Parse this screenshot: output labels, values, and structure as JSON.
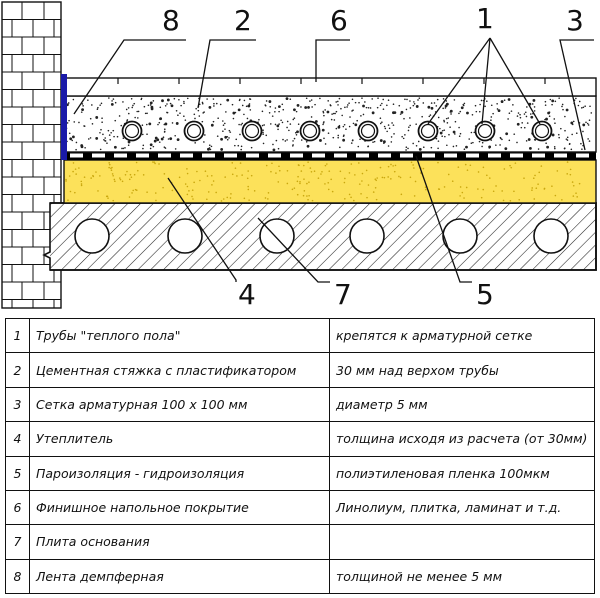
{
  "callouts": [
    {
      "num": "8",
      "ref": "8"
    },
    {
      "num": "2",
      "ref": "2"
    },
    {
      "num": "6",
      "ref": "6"
    },
    {
      "num": "1",
      "ref": "1"
    },
    {
      "num": "3",
      "ref": "3"
    },
    {
      "num": "4",
      "ref": "4"
    },
    {
      "num": "7",
      "ref": "7"
    },
    {
      "num": "5",
      "ref": "5"
    }
  ],
  "legend": [
    {
      "num": "1",
      "name": "Трубы  \"теплого пола\"",
      "note": "крепятся к арматурной сетке"
    },
    {
      "num": "2",
      "name": "Цементная стяжка с пластификатором",
      "note": "30 мм над верхом трубы"
    },
    {
      "num": "3",
      "name": "Сетка арматурная  100 х 100  мм",
      "note": "диаметр  5  мм"
    },
    {
      "num": "4",
      "name": "Утеплитель",
      "note": "толщина исходя из расчета (от 30мм)"
    },
    {
      "num": "5",
      "name": "Пароизоляция - гидроизоляция",
      "note": "полиэтиленовая пленка 100мкм"
    },
    {
      "num": "6",
      "name": "Финишное напольное покрытие",
      "note": "Линолиум, плитка, ламинат и т.д."
    },
    {
      "num": "7",
      "name": "Плита основания",
      "note": ""
    },
    {
      "num": "8",
      "name": "Лента демпферная",
      "note": "толщиной не менее   5  мм"
    }
  ],
  "colors": {
    "insulation": "#fce15a",
    "damper_tape": "#1a1aa8",
    "membrane": "#000000",
    "outline": "#111111",
    "screed_speckle": "#222222"
  }
}
